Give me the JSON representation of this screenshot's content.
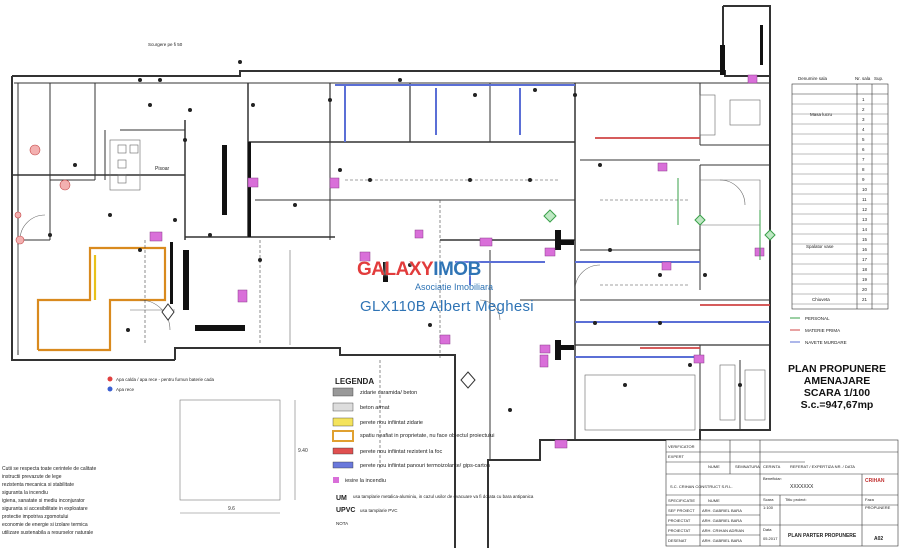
{
  "watermark": {
    "brand_a": "GALAXY",
    "brand_b": "IMOB",
    "sub": "Asociatie Imobiliara",
    "agent": "GLX110B Albert Meghesi"
  },
  "plan_title": {
    "line1": "PLAN PROPUNERE",
    "line2": "AMENAJARE",
    "line3": "SCARA 1/100",
    "line4": "S.c.=947,67mp"
  },
  "legend": {
    "title": "LEGENDA",
    "items": [
      "zidarie caramida/ beton",
      "beton armat",
      "perete nou infiintat zidarie",
      "spatiu neafiat in proprietate, nu face obiectul proiectului",
      "perete nou infiintat rezistent la foc",
      "perete nou infiintat panouri termoizolante/ gips-carton",
      "usa tamplarie metalica-aluminiu, in cazul usilor de evacuare va fi dotata cu bara antipanica",
      "usa tamplarie PVC"
    ],
    "fire_exit": "iesire la incendiu",
    "note": "NOTA",
    "water_cold_hot": "Apa calda / apa rece - pentru furnun baterie cada",
    "water_cold": "Apa rece"
  },
  "scale_labels": {
    "dim_a": "9.40",
    "dim_b": "9.6"
  },
  "right_legend": {
    "personal": "PERSONAL",
    "materie_prima": "MATERIE PRIMA",
    "marfa": "NAVETE MURDARE"
  },
  "table": {
    "header": [
      "Denumire sala",
      "Nr. sala",
      "Sup."
    ],
    "rows": [
      "Masa lucru",
      "Spalator vase",
      "Chiuveta"
    ],
    "nums": [
      "1",
      "2",
      "3",
      "4",
      "5",
      "6",
      "7",
      "8",
      "9",
      "10",
      "11",
      "12",
      "13",
      "14",
      "15",
      "16",
      "17",
      "18",
      "19",
      "20",
      "21"
    ]
  },
  "left_notes": [
    "Cutii se respecta toate cerintele de calitate",
    "instructii prevazute de lege",
    "rezistenta mecanica si stabilitate",
    "siguranta la incendiu",
    "igiena, sanatate si mediu inconjurator",
    "siguranta si accesibilitate in exploatare",
    "protectie impotriva zgomotului",
    "economie de energie si izolare termica",
    "utilizare sustenabila a resurselor naturale"
  ],
  "stamp": {
    "verificator": "VERIFICATOR",
    "expert": "EXPERT",
    "nume": "NUME",
    "semnatura": "SEMNATURA",
    "cerinta": "CERINTA",
    "referat": "REFERAT / EXPERTIZA NR. / DATA",
    "company": "S.C. CRIHAN CONSTRUCT S.R.L.",
    "beneficiar": "Beneficiar:",
    "xxx": "XXXXXXX",
    "specificatie": "SPECIFICATIE",
    "scara": "Scara",
    "scara_val": "1:100",
    "sef_proiect": "SEF PROIECT",
    "proiectat": "PROIECTAT",
    "desenat": "DESENAT",
    "arh1": "ARH. GABRIEL BARA",
    "arh2": "ARH. CRIHAN ADRIAN",
    "data": "Data",
    "data_val": "05.2017",
    "faza": "Faza",
    "faza_val": "PROPUNERE",
    "plan_name": "PLAN PARTER PROPUNERE",
    "plansa": "A02",
    "titlu": "Titlu proiect:",
    "brand": "CRIHAN"
  },
  "top_note": "Scurgere pe fi 50",
  "pisoar": "Pisoar"
}
